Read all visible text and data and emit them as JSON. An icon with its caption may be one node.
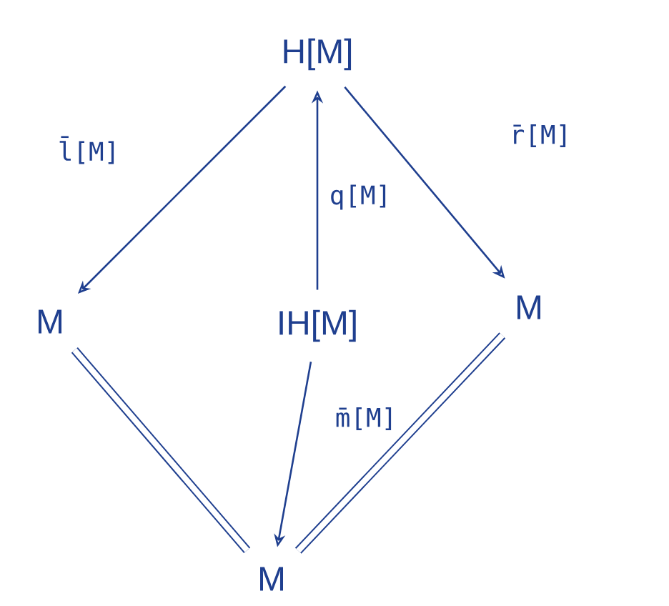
{
  "diagram": {
    "nodes": [
      {
        "text": [
          "H[M]"
        ]
      },
      {
        "text": [
          "M"
        ]
      },
      {
        "text": [
          "IH[M]"
        ]
      },
      {
        "text": [
          "M"
        ]
      },
      {
        "text": [
          "M"
        ]
      }
    ],
    "edges": [
      {
        "from": 0,
        "to": 1,
        "arrow": "to",
        "label": "l̄[M]"
      },
      {
        "from": 0,
        "to": 3,
        "arrow": "to",
        "label": "r̄[M]"
      },
      {
        "from": 2,
        "to": 0,
        "arrow": "to",
        "label": "q[M]"
      },
      {
        "from": 2,
        "to": 4,
        "arrow": "to",
        "label": "m̄[M]"
      },
      {
        "from": 1,
        "to": 4,
        "arrow": "none",
        "style": "thick"
      },
      {
        "from": 3,
        "to": 4,
        "arrow": "none",
        "style": "thick"
      }
    ]
  }
}
